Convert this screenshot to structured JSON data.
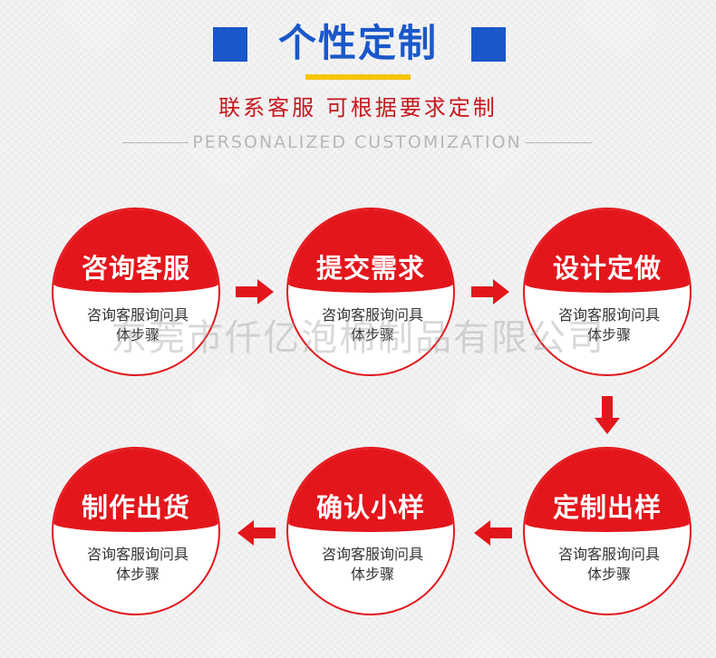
{
  "header": {
    "title": "个性定制",
    "subtitle": "联系客服 可根据要求定制",
    "english": "PERSONALIZED CUSTOMIZATION"
  },
  "steps": [
    {
      "name": "咨询客服",
      "desc": "咨询客服询问具体步骤"
    },
    {
      "name": "提交需求",
      "desc": "咨询客服询问具体步骤"
    },
    {
      "name": "设计定做",
      "desc": "咨询客服询问具体步骤"
    },
    {
      "name": "定制出样",
      "desc": "咨询客服询问具体步骤"
    },
    {
      "name": "确认小样",
      "desc": "咨询客服询问具体步骤"
    },
    {
      "name": "制作出货",
      "desc": "咨询客服询问具体步骤"
    }
  ],
  "watermark": "东莞市仟亿泡棉制品有限公司",
  "colors": {
    "brand_blue": "#1a57c9",
    "accent_red": "#e3161c",
    "underline_yellow": "#f5c400"
  }
}
